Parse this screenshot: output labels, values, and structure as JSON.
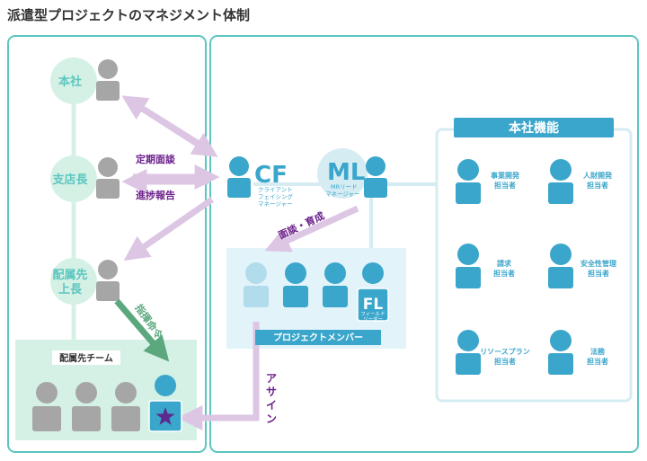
{
  "title": "派遣型プロジェクトのマネジメント体制",
  "left": {
    "nodes": {
      "honsha": "本社",
      "shitencho": "支店長",
      "haizoku1": "配属先",
      "haizoku2": "上長"
    },
    "team_label": "配属先チーム"
  },
  "arrows": {
    "teiki": "定期面談",
    "shinchoku": "進捗報告",
    "shiki": "指揮命令",
    "mendan": "面談・育成",
    "assign": "アサイン"
  },
  "roles": {
    "cf": {
      "abbr": "CF",
      "line1": "クライアント",
      "line2": "フェイシング",
      "line3": "マネージャー"
    },
    "ml": {
      "abbr": "ML",
      "line1": "MRリード",
      "line2": "マネージャー"
    },
    "fl": {
      "abbr": "FL",
      "line1": "フィールド",
      "line2": "リーダー"
    }
  },
  "project_members_label": "プロジェクトメンバー",
  "hq": {
    "title": "本社機能",
    "items": [
      {
        "l1": "事業開発",
        "l2": "担当者"
      },
      {
        "l1": "人財開発",
        "l2": "担当者"
      },
      {
        "l1": "請求",
        "l2": "担当者"
      },
      {
        "l1": "安全性管理",
        "l2": "担当者"
      },
      {
        "l1": "リソースプラン",
        "l2": "担当者"
      },
      {
        "l1": "法務",
        "l2": "担当者"
      }
    ]
  },
  "colors": {
    "teal_border": "#5cc6bf",
    "mint": "#d5f1e6",
    "gray_person": "#a6a6a6",
    "blue_person": "#3ba6cb",
    "light_blue_person": "#b1dcec",
    "arrow_purple": "#dcc6e4",
    "arrow_green": "#5ca87e",
    "label_purple": "#6b1f8a",
    "star": "#5b2a8e"
  }
}
